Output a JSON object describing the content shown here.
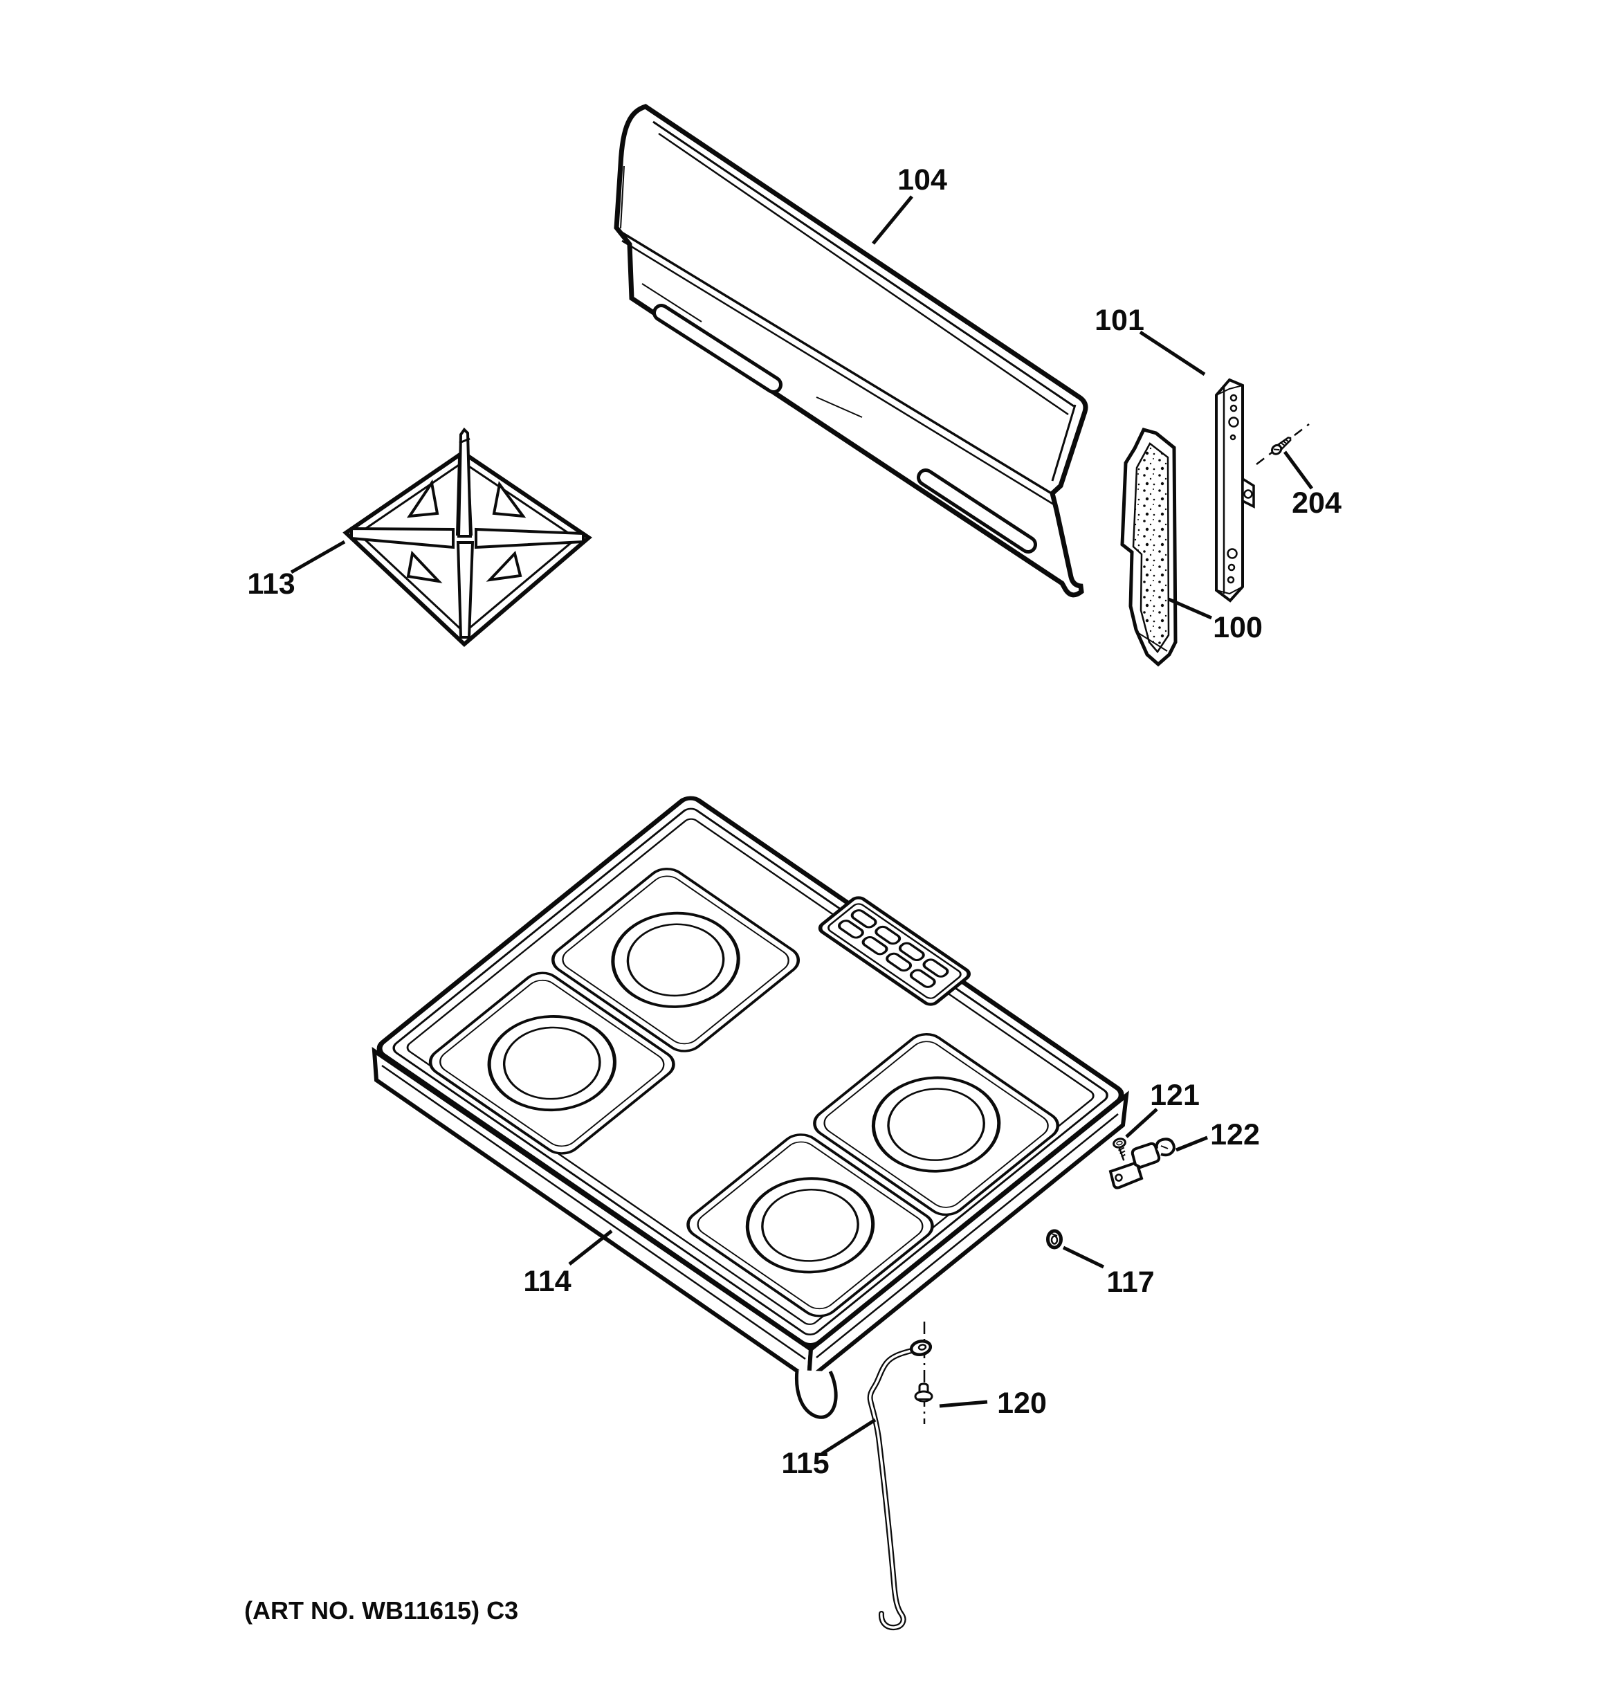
{
  "figure": {
    "art_note": "(ART NO. WB11615) C3",
    "background": "#ffffff",
    "line_color": "#0b0b0b"
  },
  "callouts": [
    {
      "label": "104"
    },
    {
      "label": "101"
    },
    {
      "label": "204"
    },
    {
      "label": "100"
    },
    {
      "label": "113"
    },
    {
      "label": "114"
    },
    {
      "label": "121"
    },
    {
      "label": "122"
    },
    {
      "label": "117"
    },
    {
      "label": "120"
    },
    {
      "label": "115"
    }
  ]
}
